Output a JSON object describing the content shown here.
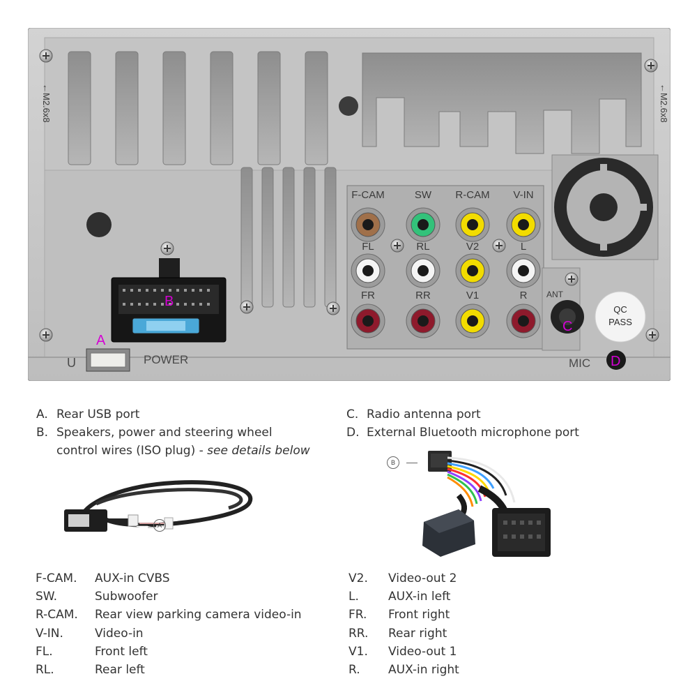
{
  "panel": {
    "jacks_top_labels": [
      "F-CAM",
      "SW",
      "R-CAM",
      "V-IN"
    ],
    "jacks_mid_labels": [
      "FL",
      "RL",
      "V2",
      "L"
    ],
    "jacks_bot_labels": [
      "FR",
      "RR",
      "V1",
      "R"
    ],
    "usb_label": "U",
    "power_label": "POWER",
    "ant_label": "ANT",
    "mic_label": "MIC",
    "qc_line1": "QC",
    "qc_line2": "PASS",
    "side_label_left": "←M2.6x8",
    "side_label_right": "←M2.6x8",
    "callout_a": "A",
    "callout_b": "B",
    "callout_c": "C",
    "callout_d": "D"
  },
  "legend_left": [
    {
      "key": "A.",
      "text": "Rear USB port"
    },
    {
      "key": "B.",
      "text": "Speakers, power and steering wheel"
    },
    {
      "key": "",
      "text": "control wires (ISO plug) - ",
      "italic": "see details below"
    }
  ],
  "legend_right": [
    {
      "key": "C.",
      "text": "Radio antenna port"
    },
    {
      "key": "D.",
      "text": "External Bluetooth microphone port"
    }
  ],
  "photo_usb_callout": "A",
  "photo_iso_callout": "B",
  "abbr_left": [
    {
      "key": "F-CAM.",
      "text": "AUX-in CVBS"
    },
    {
      "key": "SW.",
      "text": "Subwoofer"
    },
    {
      "key": "R-CAM.",
      "text": "Rear view parking camera video-in"
    },
    {
      "key": "V-IN.",
      "text": "Video-in"
    },
    {
      "key": "FL.",
      "text": "Front left"
    },
    {
      "key": "RL.",
      "text": "Rear left"
    }
  ],
  "abbr_right": [
    {
      "key": "V2.",
      "text": "Video-out 2"
    },
    {
      "key": "L.",
      "text": "AUX-in left"
    },
    {
      "key": "FR.",
      "text": "Front right"
    },
    {
      "key": "RR.",
      "text": "Rear right"
    },
    {
      "key": "V1.",
      "text": "Video-out 1"
    },
    {
      "key": "R.",
      "text": "AUX-in right"
    }
  ],
  "colors": {
    "callout": "#d400d4",
    "panel": "#c8c8c8",
    "jack_brown": "#a0704a",
    "jack_green": "#33c27a",
    "jack_yellow": "#f2dc00",
    "jack_white": "#f4f4f4",
    "jack_red": "#8e1a2c"
  }
}
